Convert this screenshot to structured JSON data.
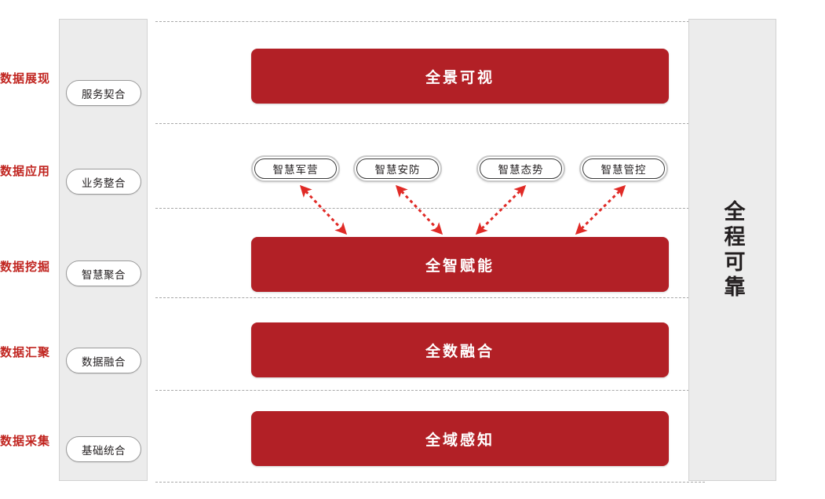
{
  "diagram": {
    "accent_red": "#b22026",
    "label_red": "#c0241f",
    "panel_gray": "#ececec",
    "divider_gray": "#a8a8a8"
  },
  "left_sidebar": {
    "items": [
      {
        "label": "服务契合"
      },
      {
        "label": "业务整合"
      },
      {
        "label": "智慧聚合"
      },
      {
        "label": "数据融合"
      },
      {
        "label": "基础统合"
      }
    ]
  },
  "right_sidebar": {
    "slogan": "全程可靠"
  },
  "rows": [
    {
      "label": "数据展现",
      "bar_text": "全景可视"
    },
    {
      "label": "数据应用",
      "bar_text": ""
    },
    {
      "label": "数据挖掘",
      "bar_text": "全智赋能"
    },
    {
      "label": "数据汇聚",
      "bar_text": "全数融合"
    },
    {
      "label": "数据采集",
      "bar_text": "全域感知"
    }
  ],
  "applications": {
    "items": [
      {
        "label": "智慧军营"
      },
      {
        "label": "智慧安防"
      },
      {
        "label": "智慧态势"
      },
      {
        "label": "智慧管控"
      }
    ]
  }
}
